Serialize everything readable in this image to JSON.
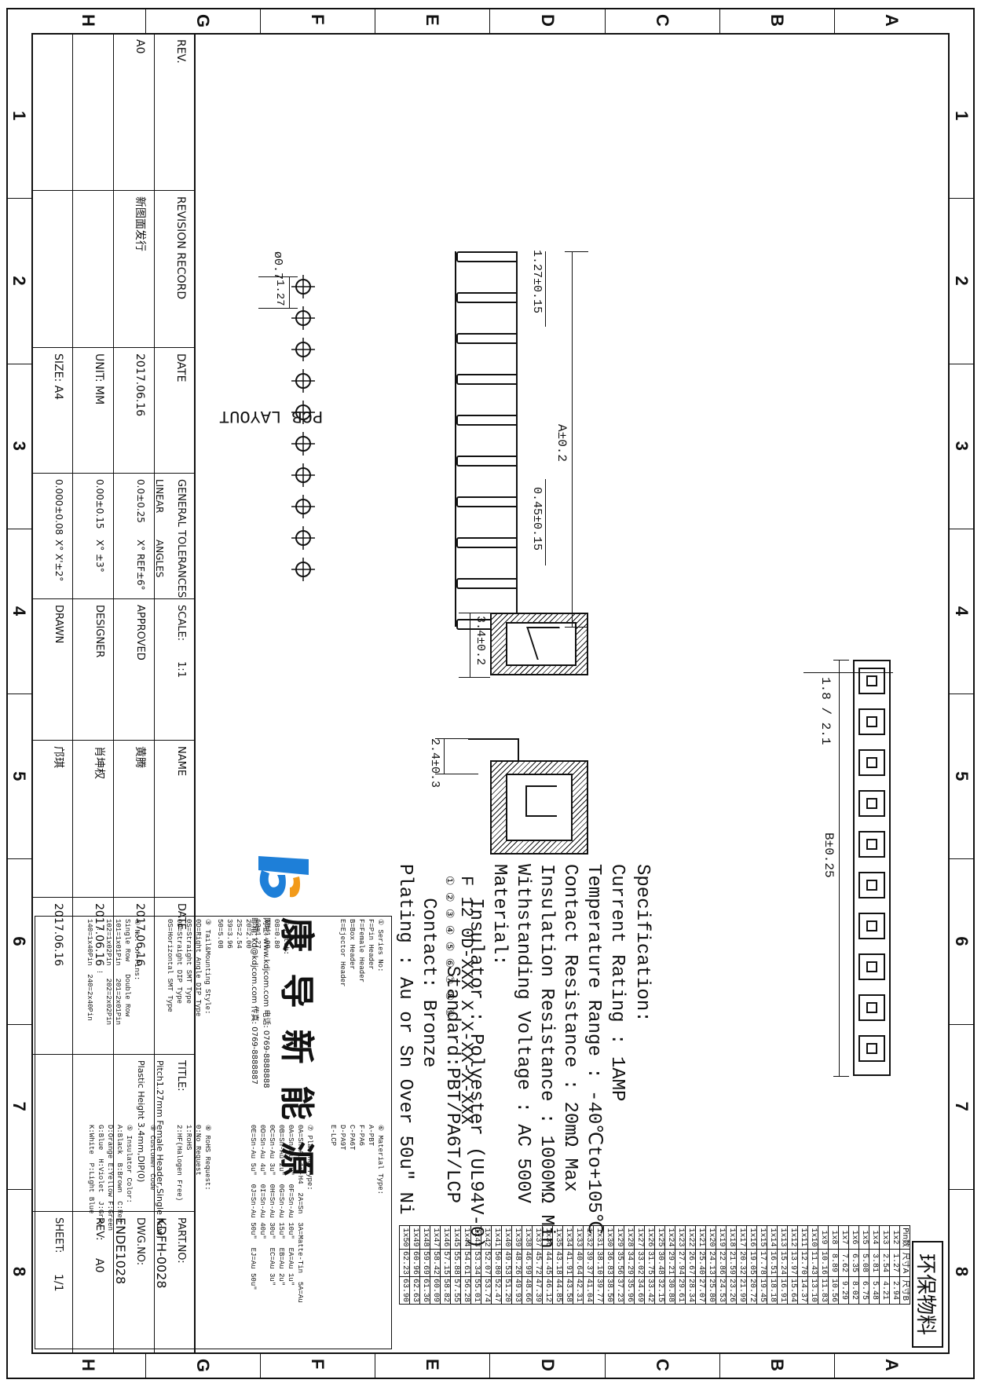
{
  "zones": {
    "rows": [
      "A",
      "B",
      "C",
      "D",
      "E",
      "F",
      "G",
      "H"
    ],
    "cols": [
      "1",
      "2",
      "3",
      "4",
      "5",
      "6",
      "7",
      "8"
    ]
  },
  "pin_table": {
    "headers": [
      "Pin数",
      "尺寸A",
      "尺寸B"
    ],
    "rows": [
      [
        "1x2",
        "1.27",
        "2.94"
      ],
      [
        "1x3",
        "2.54",
        "4.21"
      ],
      [
        "1x4",
        "3.81",
        "5.48"
      ],
      [
        "1x5",
        "5.08",
        "6.75"
      ],
      [
        "1x6",
        "6.35",
        "8.02"
      ],
      [
        "1x7",
        "7.62",
        "9.29"
      ],
      [
        "1x8",
        "8.89",
        "10.56"
      ],
      [
        "1x9",
        "10.16",
        "11.83"
      ],
      [
        "1x10",
        "11.43",
        "13.10"
      ],
      [
        "1x11",
        "12.70",
        "14.37"
      ],
      [
        "1x12",
        "13.97",
        "15.64"
      ],
      [
        "1x13",
        "15.24",
        "16.91"
      ],
      [
        "1x14",
        "16.51",
        "18.18"
      ],
      [
        "1x15",
        "17.78",
        "19.45"
      ],
      [
        "1x16",
        "19.05",
        "20.72"
      ],
      [
        "1x17",
        "20.32",
        "21.99"
      ],
      [
        "1x18",
        "21.59",
        "23.26"
      ],
      [
        "1x19",
        "22.86",
        "24.53"
      ],
      [
        "1x20",
        "24.13",
        "25.80"
      ],
      [
        "1x21",
        "25.40",
        "27.07"
      ],
      [
        "1x22",
        "26.67",
        "28.34"
      ],
      [
        "1x23",
        "27.94",
        "29.61"
      ],
      [
        "1x24",
        "29.21",
        "30.88"
      ],
      [
        "1x25",
        "30.48",
        "32.15"
      ],
      [
        "1x26",
        "31.75",
        "33.42"
      ],
      [
        "1x27",
        "33.02",
        "34.69"
      ],
      [
        "1x28",
        "34.29",
        "35.96"
      ],
      [
        "1x29",
        "35.56",
        "37.23"
      ],
      [
        "1x30",
        "36.83",
        "38.50"
      ],
      [
        "1x31",
        "38.10",
        "39.77"
      ],
      [
        "1x32",
        "39.37",
        "41.04"
      ],
      [
        "1x33",
        "40.64",
        "42.31"
      ],
      [
        "1x34",
        "41.91",
        "43.58"
      ],
      [
        "1x35",
        "43.18",
        "44.85"
      ],
      [
        "1x36",
        "44.45",
        "46.12"
      ],
      [
        "1x37",
        "45.72",
        "47.39"
      ],
      [
        "1x38",
        "46.99",
        "48.66"
      ],
      [
        "1x39",
        "48.26",
        "49.93"
      ],
      [
        "1x40",
        "49.53",
        "51.20"
      ],
      [
        "1x41",
        "50.80",
        "52.47"
      ],
      [
        "1x42",
        "52.07",
        "53.74"
      ],
      [
        "1x43",
        "53.34",
        "55.01"
      ],
      [
        "1x44",
        "54.61",
        "56.28"
      ],
      [
        "1x45",
        "55.88",
        "57.55"
      ],
      [
        "1x46",
        "57.15",
        "58.82"
      ],
      [
        "1x47",
        "58.42",
        "60.09"
      ],
      [
        "1x48",
        "59.69",
        "61.36"
      ],
      [
        "1x49",
        "60.96",
        "62.63"
      ],
      [
        "1x50",
        "62.23",
        "63.90"
      ]
    ]
  },
  "eco_stamp": "环保物料",
  "dimensions": {
    "b": "B±0.25",
    "thickness": "1.8 / 2.1",
    "pitch_tol": "1.27±0.15",
    "a": "A±0.2",
    "pin_w": "0.45±0.15",
    "height": "3.4±0.2",
    "side": "2.4±0.3",
    "hole": "ø0.7",
    "pcb_pitch": "1.27"
  },
  "pcb_title": "PCB LAYOUT",
  "spec": {
    "heading": "Specification:",
    "lines": [
      "Current Rating : 1AMP",
      "Temperature Range : -40℃to+105℃",
      "Contact Resistance : 20mΩ Max",
      "Insulation Resistance : 1000MΩ Min",
      "Withstanding Voltage : AC 500V",
      "Material:",
      "   Insulator : Polyester (UL94V-0)",
      "         Standard:PBT/PA6T/LCP",
      "   Contact: Bronze",
      "Plating : Au or Sn Over 50u\" Ni"
    ]
  },
  "partcode": {
    "code": "F 12 0D-XXX X X-XX-X-XXX",
    "marks": "①  ②  ③    ④    ⑤ ⑥  ⑦   ⑧  ⑨",
    "col1": [
      "① Series No:",
      "F=Pin Header",
      "F=Female Header",
      "B=Box Header",
      "E=Ejector Header"
    ],
    "col2": [
      "② Pitch:",
      "08=0.80",
      "10=1.00",
      "12=1.27",
      "20=2.00",
      "25=2.54",
      "39=3.96",
      "50=5.08"
    ],
    "col3": [
      "③ Tail&Mounting Style:",
      "0D=Right Angle DIP Type",
      "0S=Straight SMT Type",
      "0D=Straight DIP Type",
      "0S=Horizontal SMT Type"
    ],
    "col4": [
      "④ No. of Pins:",
      "Single Row   Double Row",
      "101=1x01Pin   201=2x01Pin",
      "102=1x02Pin   202=2x02Pin",
      "  ⁞         ⁞",
      "140=1x40Pin  240=2x40Pin"
    ],
    "col5": [
      "⑤ Insulator Color:",
      "A:Black  B:Brown  C:Red",
      "D:Orange E:Yellow F:Green",
      "G:Blue  H:Violet  J:Grey",
      "K:White  P:Light Blue"
    ],
    "mat": [
      "⑥ Material Type:",
      "A-PBT",
      "F-PA6",
      "C-PA6T",
      "D-PA9T",
      "E-LCP"
    ],
    "plat": [
      "⑦ Plating Type:",
      "0A=Sn-Au 1u-H4  2A=Sn  3A=Matte-Tin  5A=Au",
      "0A=Sn-Au 1u\"  0F=Sn-Au 10u\"  EA=Au 1u\"",
      "0B=Sn-Au 2u\"  0G=Sn-Au 15u\"  EB=Au 2u\"",
      "0C=Sn-Au 3u\"  0H=Sn-Au 30u\"  EC=Au 3u\"",
      "0D=Sn-Au 4u\"  0I=Sn-Au 40u\"",
      "0E=Sn-Au 5u\"  0J=Sn-Au 50u\"  EJ=Au 50u\""
    ],
    "rohs": [
      "⑧ RoHS Request:",
      "0:No Request",
      "1:RoHS",
      "2:HF(Halogen Free)"
    ],
    "cust": [
      "⑨ Customer Code"
    ]
  },
  "company": {
    "name": "康 导 新 能 源",
    "line1": "网址: www.kdjcom.com   电话: 0769-8888888",
    "line2": "邮箱: kd@kdjcom.com   传真: 0769-8888887"
  },
  "title_block": {
    "rev_label": "REV.",
    "rev_value": "A0",
    "revision_record_label": "REVISION RECORD",
    "revision_desc": "新图面发行",
    "date_label": "DATE",
    "date_value": "2017.06.16",
    "unit_label": "UNIT: MM",
    "size_label": "SIZE: A4",
    "general_tolerances": "GENERAL TOLERANCES",
    "linear": "LINEAR",
    "angles": "ANGLES",
    "tol_rows": [
      [
        "0.0±0.25",
        "X° REF±6°"
      ],
      [
        "0.00±0.15",
        "X° ±3°"
      ],
      [
        "0.000±0.08",
        "X° X'±2°"
      ]
    ],
    "scale_label": "SCALE:",
    "scale_value": "1:1",
    "approved": "APPROVED",
    "designer": "DESIGNER",
    "drawn": "DRAWN",
    "name_label": "NAME",
    "approved_name": "黄腾",
    "designer_name": "肖坤权",
    "drawn_name": "邝琪",
    "approved_date": "2017.06.16",
    "designer_date": "2017.06.16",
    "drawn_date": "2017.06.16",
    "title_label": "TITLE:",
    "title_line1": "Pitch1.27mm Female Header,Single Row,",
    "title_line2": "Plastic Height 3.4mm,DIP(0)",
    "part_no_label": "PART.NO:",
    "part_no": "KDFH-0028",
    "dwg_no_label": "DWG.NO:",
    "dwg_no": "ENDE1028",
    "rev2_label": "REV:",
    "rev2_value": "A0",
    "sheet_label": "SHEET:",
    "sheet_value": "1/1"
  },
  "colors": {
    "ink": "#111111",
    "logo_blue": "#1e7fd8",
    "logo_orange": "#f29a1a"
  }
}
